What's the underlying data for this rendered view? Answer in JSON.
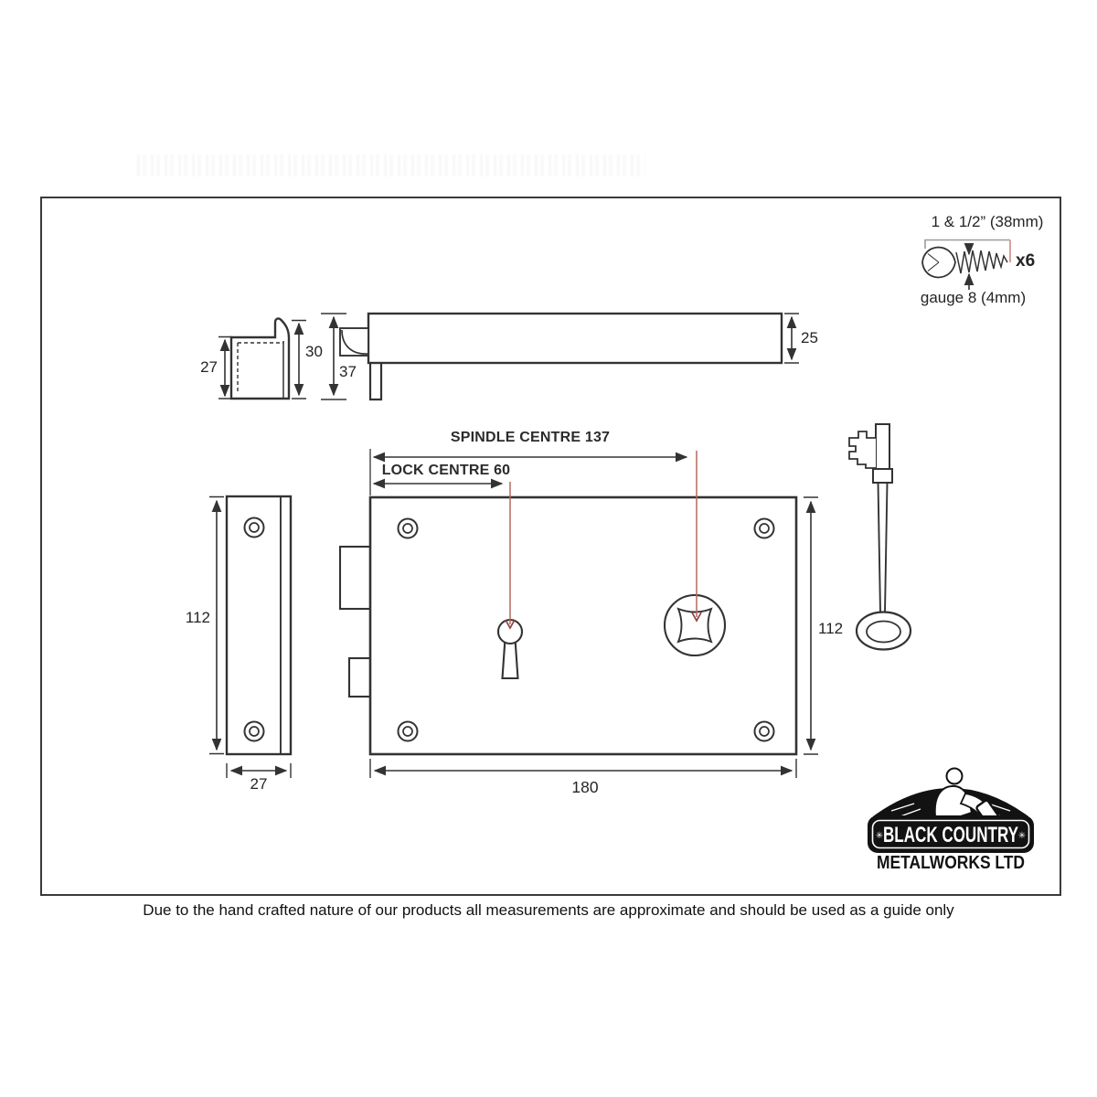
{
  "screw_detail": {
    "length_label": "1 & 1/2” (38mm)",
    "quantity_label": "x6",
    "gauge_label": "gauge 8 (4mm)"
  },
  "side_profiles": {
    "keep_depth": "27",
    "keep_height": "30",
    "lock_flange_height": "37",
    "case_thickness": "25"
  },
  "keep_front": {
    "height": "112",
    "width": "27"
  },
  "lock_front": {
    "spindle_centre_label": "SPINDLE CENTRE 137",
    "lock_centre_label": "LOCK CENTRE 60",
    "height": "112",
    "width": "180"
  },
  "logo": {
    "line1": "BLACK COUNTRY",
    "line2": "METALWORKS LTD",
    "ornament": "✳"
  },
  "footer": {
    "note": "Due to the hand crafted nature of our products all measurements are approximate and should be used as a guide only"
  },
  "colors": {
    "line": "#333333",
    "guide_red": "#b5685f",
    "guide_red_dark": "#8d4440",
    "bracket_grey": "#9b9b9b",
    "bracket_red": "#cc8c84"
  }
}
